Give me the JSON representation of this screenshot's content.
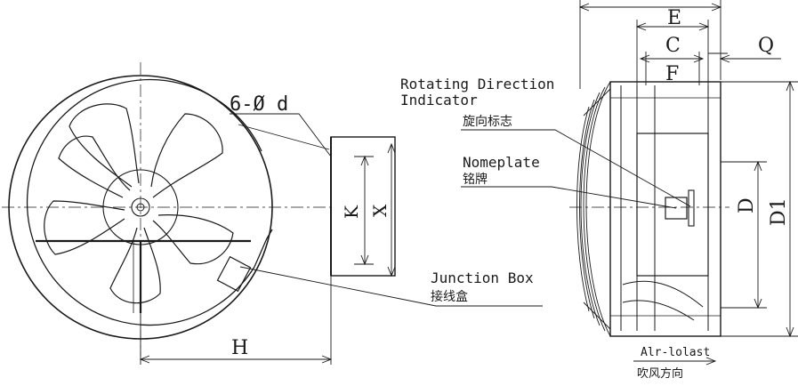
{
  "labels": {
    "bolt_holes": "6-Ø d",
    "dim_H": "H",
    "dim_K": "K",
    "dim_X": "X",
    "dim_E": "E",
    "dim_C": "C",
    "dim_F": "F",
    "dim_Q": "Q",
    "dim_D": "D",
    "dim_D1": "D1",
    "rotating_en_line1": "Rotating Direction",
    "rotating_en_line2": "Indicator",
    "rotating_cn": "旋向标志",
    "nameplate_en": "Nomeplate",
    "nameplate_cn": "铭牌",
    "junction_en": "Junction Box",
    "junction_cn": "接线盒",
    "airflow_en": "Alr-lolast",
    "airflow_cn": "吹风方向"
  },
  "colors": {
    "line": "#1a1a1a",
    "background": "#ffffff"
  }
}
